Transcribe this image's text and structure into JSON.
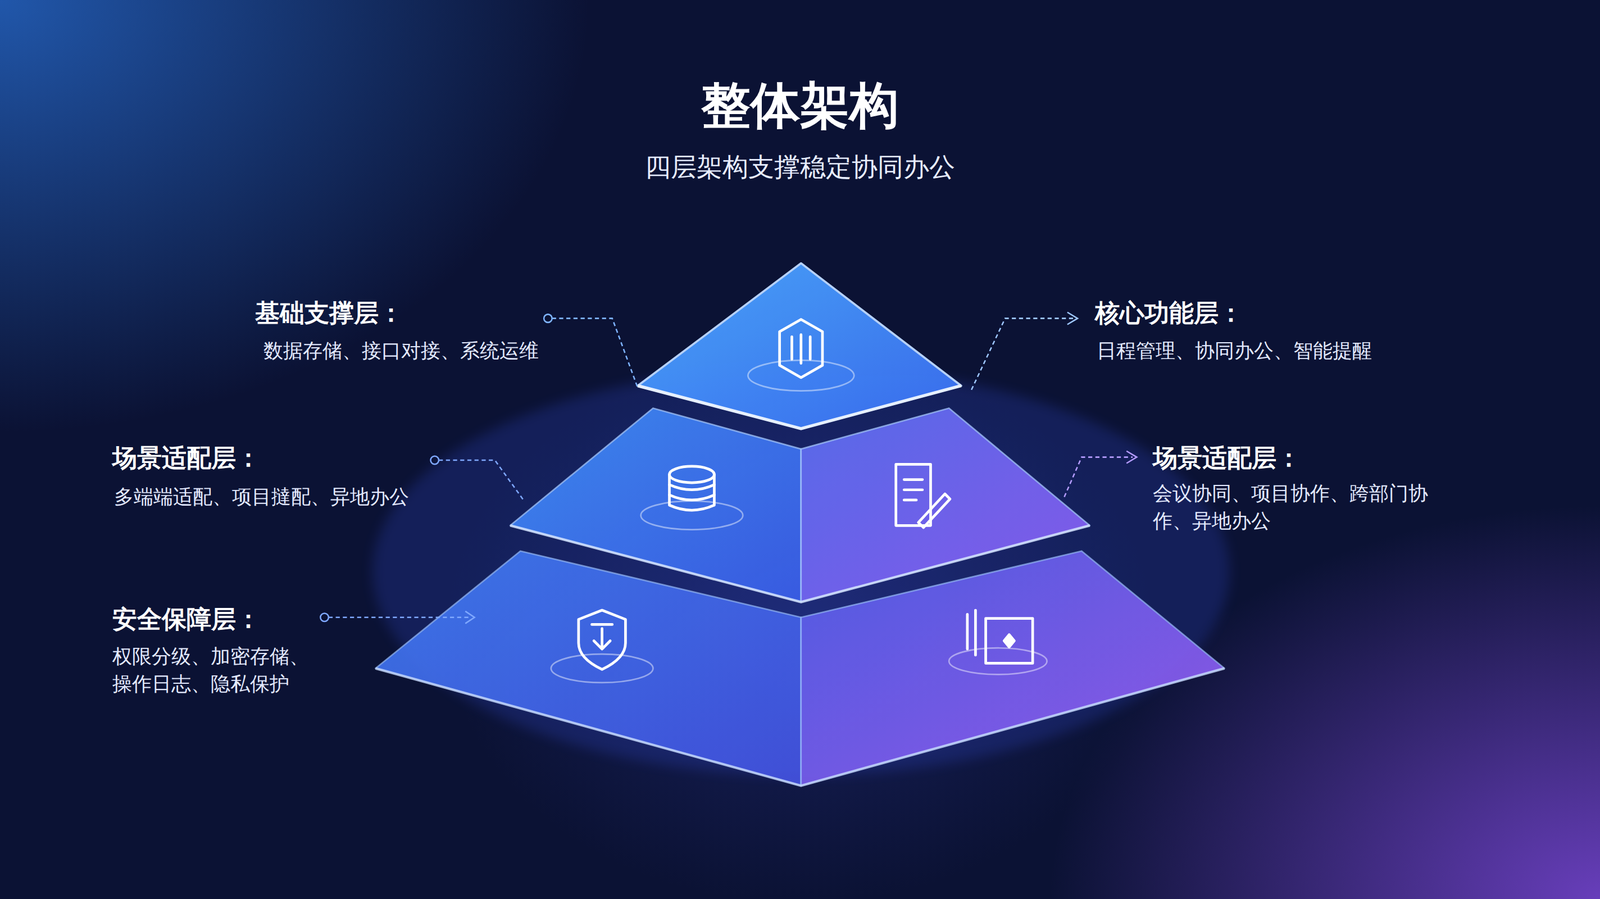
{
  "diagram": {
    "title": "整体架构",
    "caption": "四层架构支撑稳定协同办公",
    "labels": [
      "基础支撑层：",
      "数据存储、接口对接、系统运维",
      "核心功能层：",
      "日程管理、协同办公、智能提醒",
      "场景适配层：",
      "多端端适配、项目撻配、异地办公",
      "场景适配层：",
      "会议协同、项目协作、跨部门协作、异地办公",
      "安全保障层：",
      "权限分级、加密存储、 操作日志、隐私保护"
    ]
  }
}
